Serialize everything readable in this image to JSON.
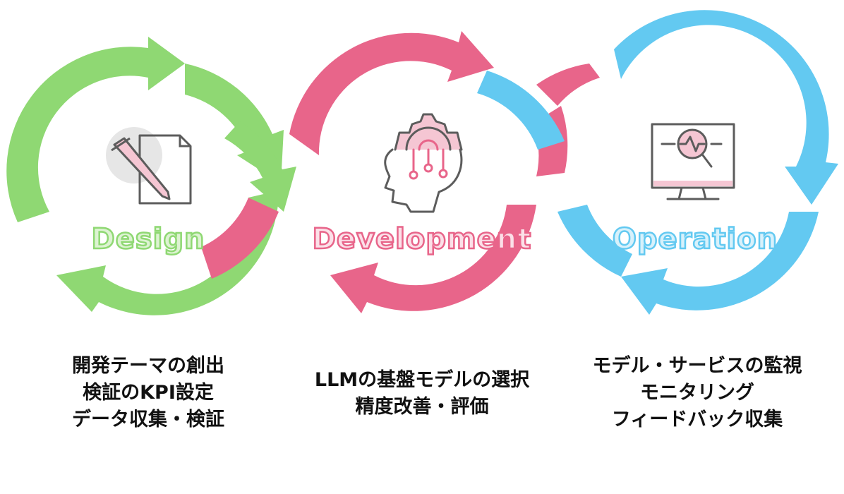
{
  "stages": [
    {
      "id": "design",
      "title": "Design",
      "color": "#8fd873",
      "title_fill": "#ddf3d2",
      "icon": "pen-and-document-icon",
      "description": [
        "開発テーマの創出",
        "検証のKPI設定",
        "データ収集・検証"
      ]
    },
    {
      "id": "development",
      "title": "Development",
      "color": "#e8658a",
      "title_fill": "#fbe0e8",
      "icon": "head-with-gear-icon",
      "description": [
        "LLMの基盤モデルの選択",
        "精度改善・評価"
      ]
    },
    {
      "id": "operation",
      "title": "Operation",
      "color": "#63c9f1",
      "title_fill": "#d8f1fb",
      "icon": "monitor-with-magnifier-icon",
      "description": [
        "モデル・サービスの監視",
        "モニタリング",
        "フィードバック収集"
      ]
    }
  ]
}
